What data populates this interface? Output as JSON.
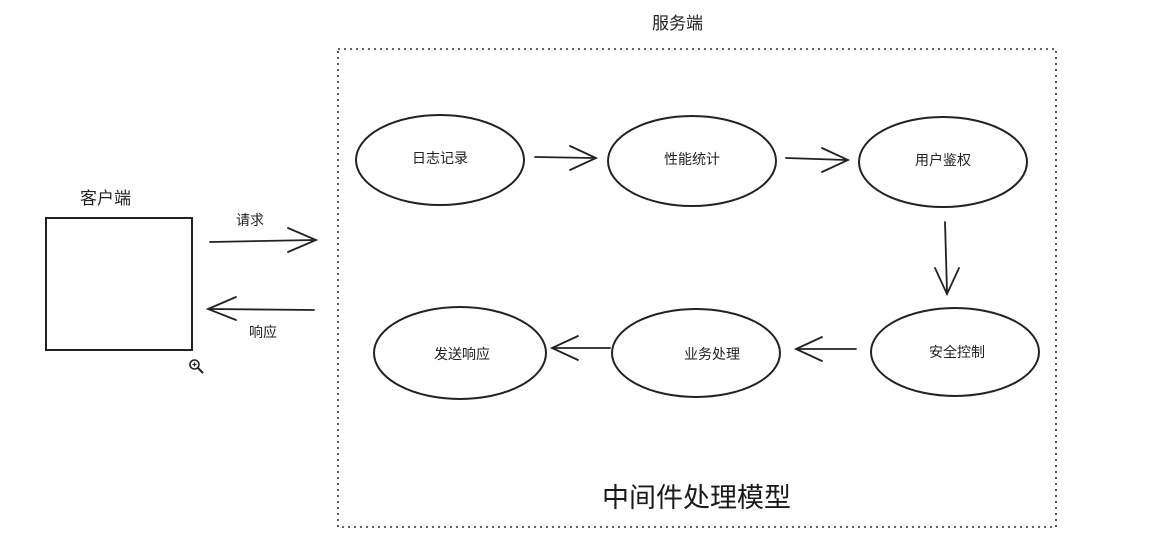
{
  "server": {
    "title": "服务端"
  },
  "client": {
    "title": "客户端"
  },
  "arrows": {
    "request_label": "请求",
    "response_label": "响应"
  },
  "nodes": [
    {
      "id": "log",
      "label": "日志记录"
    },
    {
      "id": "perf",
      "label": "性能统计"
    },
    {
      "id": "auth",
      "label": "用户鉴权"
    },
    {
      "id": "security",
      "label": "安全控制"
    },
    {
      "id": "business",
      "label": "业务处理"
    },
    {
      "id": "send",
      "label": "发送响应"
    }
  ],
  "caption": "中间件处理模型",
  "icons": {
    "zoom": "zoom-in-icon"
  }
}
